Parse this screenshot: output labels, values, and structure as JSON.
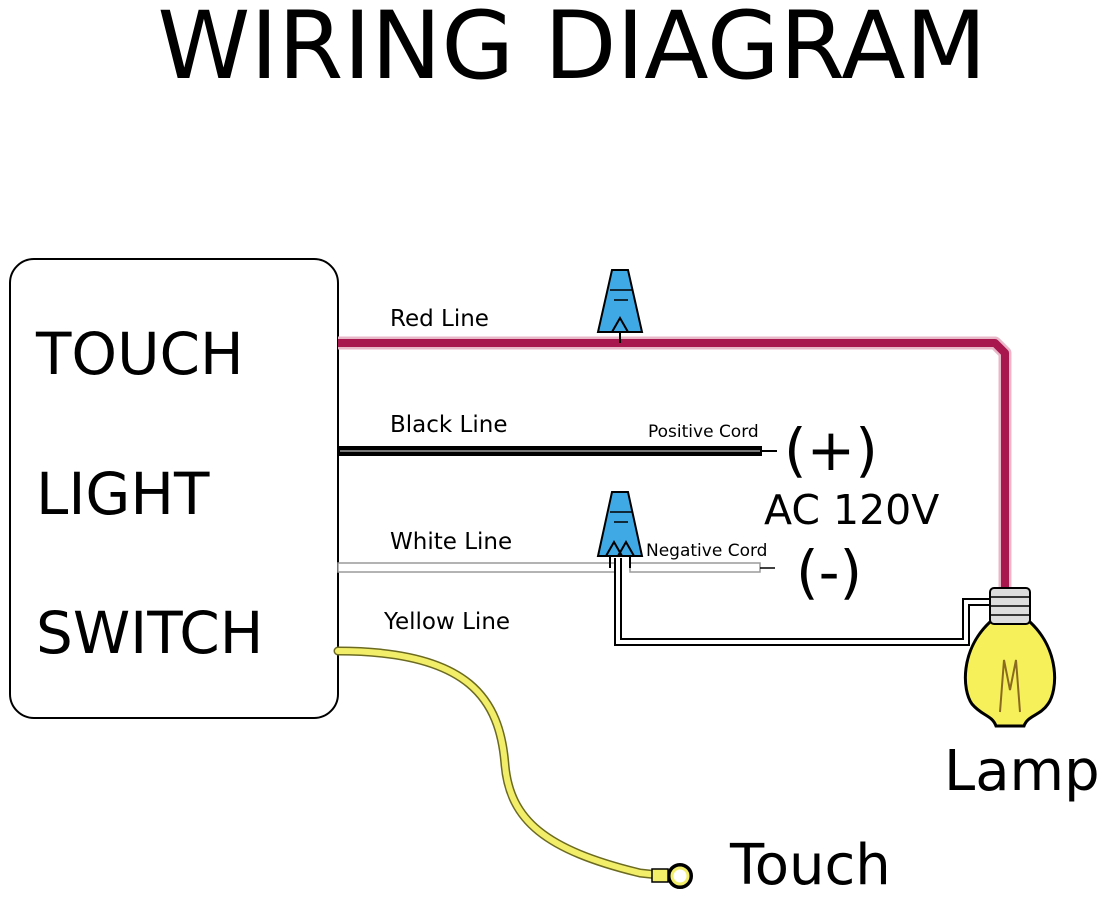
{
  "title": "WIRING DIAGRAM",
  "switch_box": {
    "line1": "TOUCH",
    "line2": "LIGHT",
    "line3": "SWITCH"
  },
  "wires": {
    "red": {
      "label": "Red Line",
      "color": "#a8174e"
    },
    "black": {
      "label": "Black Line",
      "color": "#000000"
    },
    "white": {
      "label": "White Line",
      "color": "#ffffff"
    },
    "yellow": {
      "label": "Yellow Line",
      "color": "#f2ee6a"
    }
  },
  "cords": {
    "positive": "Positive Cord",
    "negative": "Negative Cord"
  },
  "power": {
    "plus": "(+)",
    "voltage": "AC 120V",
    "minus": "(-)"
  },
  "lamp_label": "Lamp",
  "touch_label": "Touch",
  "connector_color": "#3fa9e6",
  "bulb_color": "#f6f05a"
}
